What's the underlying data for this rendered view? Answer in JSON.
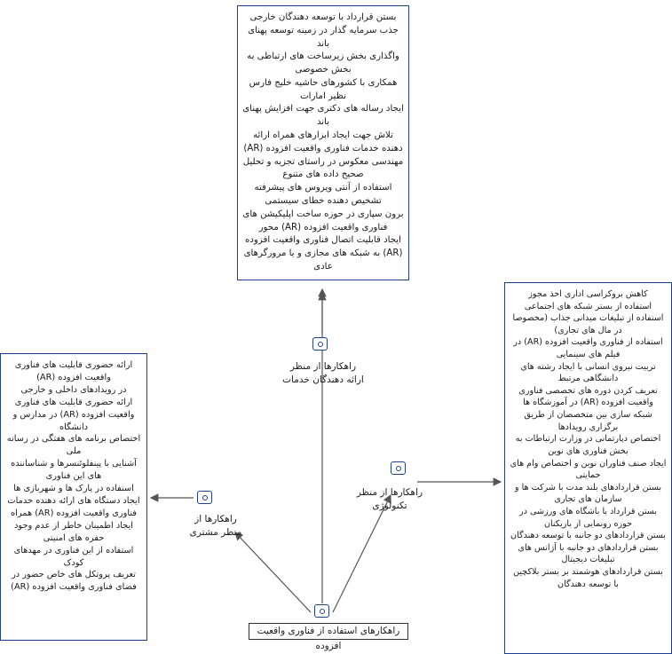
{
  "root": {
    "label": "راهکارهای استفاده از فناوری واقعیت افزوده"
  },
  "branches": {
    "services": {
      "label": "راهکارها از منظر ارائه دهندگان خدمات",
      "items": [
        "بستن قرارداد با توسعه دهندگان خارجی",
        "جذب سرمایه گذار در زمینه توسعه پهنای باند",
        "واگذاری بخش زیرساخت های ارتباطی به بخش خصوصی",
        "همکاری با کشورهای حاشیه خلیج فارس نظیر امارات",
        "ایجاد رساله های دکتری جهت افزایش پهنای باند",
        "تلاش جهت ایجاد ابزارهای همراه ارائه دهنده خدمات فناوری واقعیت افزوده (AR)",
        "مهندسی معکوس در راستای تجزیه و تحلیل صحیح داده های متنوع",
        "استفاده از آنتی ویروس های پیشرفته تشخیص دهنده خطای سیستمی",
        "برون سپاری در حوزه ساخت اپلیکیشن های فناوری واقعیت افزوده (AR) محور",
        "ایجاد قابلیت اتصال فناوری واقعیت افزوده (AR) به شبکه های مجازی و یا مرورگرهای عادی"
      ]
    },
    "technology": {
      "label": "راهکارها از منظر تکنولوژی",
      "items": [
        "کاهش بروکراسی اداری اخذ مجوز",
        "استفاده از بستر شبکه های اجتماعی",
        "استفاده از تبلیغات میدانی جذاب (مخصوصا در مال های تجاری)",
        "استفاده از فناوری واقعیت افزوده (AR) در فیلم های سینمایی",
        "تربیت نیروی انسانی با ایجاد رشته های دانشگاهی مرتبط",
        "تعریف کردن دوره های تخصصی فناوری واقعیت افزوده (AR) در آموزشگاه ها",
        "شبکه سازی بین متخصصان از طریق برگزاری رویدادها",
        "اختصاص دپارتمانی در وزارت ارتباطات به بخش فناوری های نوین",
        "ایجاد صنف فناوران نوین و اختصاص وام های حمایتی",
        "بستن قراردادهای بلند مدت با شرکت ها و سازمان های تجاری",
        "بستن قرارداد با باشگاه های ورزشی در حوزه رونمایی از بازیکنان",
        "بستن قراردادهای دو جانبه با توسعه دهندگان",
        "بستن قراردادهای دو جانبه با آژانس های تبلیغات دیجیتال",
        "بستن قراردادهای هوشمند بر بستر بلاکچین با توسعه دهندگان"
      ]
    },
    "customer": {
      "label": "راهکارها از منظر مشتری",
      "items": [
        "ارائه حضوری قابلیت های فناوری واقعیت افزوده (AR)",
        "در رویدادهای داخلی و خارجی",
        "ارائه حضوری قابلیت های فناوری واقعیت افزوده (AR) در مدارس و دانشگاه",
        "اختصاص برنامه های هفتگی در رسانه ملی",
        "آشنایی با پینفلوئنسرها و شناساننده های این فناوری",
        "استفاده در پارک ها و شهربازی ها",
        "ایجاد دستگاه های ارائه دهنده خدمات فناوری واقعیت افزوده (AR) همراه",
        "ایجاد اطمینان خاطر از عدم وجود حفره های امنیتی",
        "استفاده از این فناوری در مهدهای کودک",
        "تعریف پروتکل های خاص حضور در فضای فناوری واقعیت افزوده (AR)"
      ]
    }
  }
}
